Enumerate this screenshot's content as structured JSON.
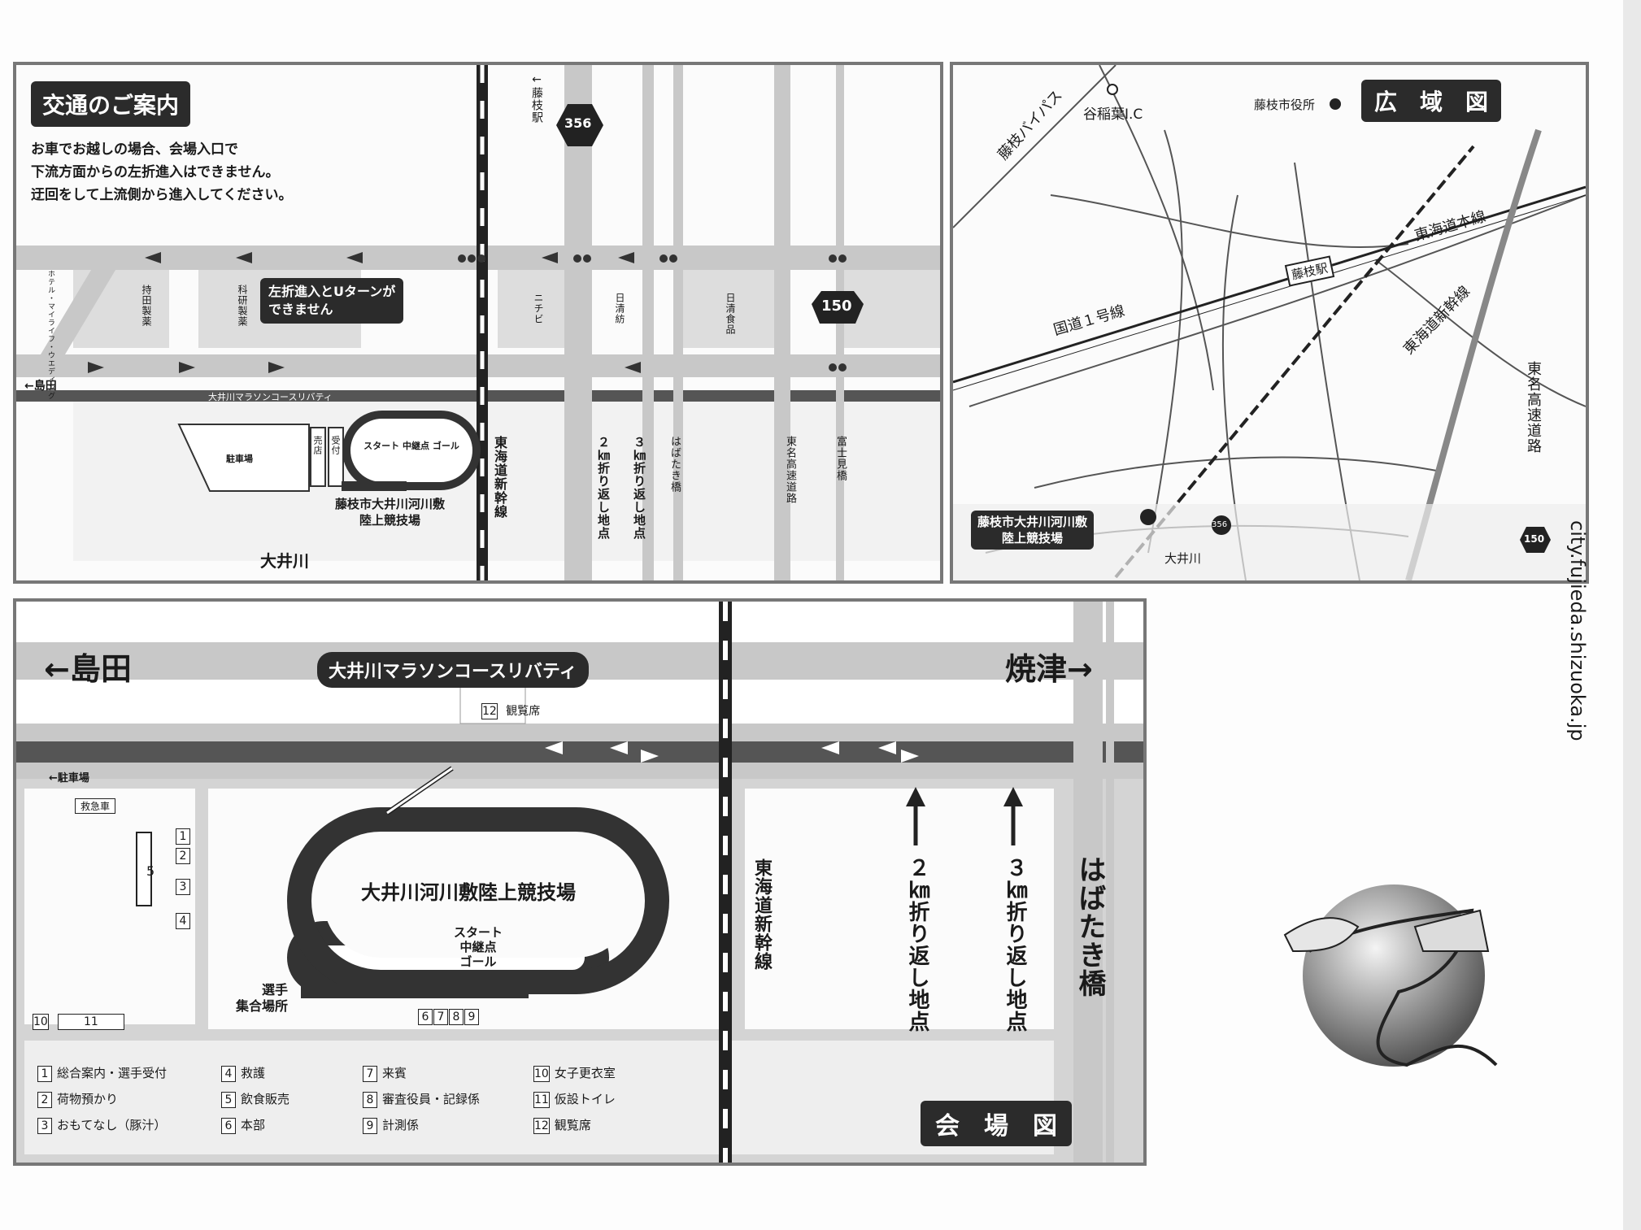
{
  "access": {
    "title": "交通のご案内",
    "notice": [
      "お車でお越しの場合、会場入口で",
      "下流方面からの左折進入はできません。",
      "迂回をして上流側から進入してください。"
    ],
    "no_turn": [
      "左折進入とUターンが",
      "できません"
    ],
    "roads": {
      "r356": "356",
      "r150": "150"
    },
    "to_fujieda_station": "←藤枝駅",
    "to_shimada": "←島田",
    "course": "大井川マラソンコースリバティ",
    "parking": "駐車場",
    "stall": "売店",
    "reception": "受付",
    "track_center": "スタート 中継点 ゴール",
    "stadium": [
      "藤枝市大井川河川敷",
      "陸上競技場"
    ],
    "river": "大井川",
    "shinkansen": "東海道新幹線",
    "turn2": "２㎞折り返し地点",
    "turn3": "３㎞折り返し地点",
    "store1": "ホテル・マイライフ・ウエディング",
    "store2": "持田製薬",
    "store3": "科研製薬",
    "store4": "ニチビ",
    "store5": "日清紡",
    "store6": "日清食品",
    "road_a": "はばたき橋",
    "road_b": "東名高速道路",
    "road_c": "富士見橋"
  },
  "wide": {
    "title": "広　域　図",
    "bypass": "藤枝バイパス",
    "ic": "谷稲葉I.C",
    "cityhall": "藤枝市役所",
    "station": "藤枝駅",
    "tokaido": "東海道本線",
    "shinkansen": "東海道新幹線",
    "route1": "国道１号線",
    "tomei": "東名高速道路",
    "stadium": [
      "藤枝市大井川河川敷",
      "陸上競技場"
    ],
    "river": "大井川",
    "r356": "356",
    "r150": "150"
  },
  "venue": {
    "title": "会　場　図",
    "shimada": "←島田",
    "yaizu": "焼津→",
    "course": "大井川マラソンコースリバティ",
    "stand_num": "12",
    "stand": "観覧席",
    "parking": "←駐車場",
    "ambulance": "救急車",
    "n5": "5",
    "n1": "1",
    "n2": "2",
    "n3": "3",
    "n4": "4",
    "n10": "10",
    "n11": "11",
    "stadium": "大井川河川敷陸上競技場",
    "track_center": [
      "スタート",
      "中継点",
      "ゴール"
    ],
    "assembly": [
      "選手",
      "集合場所"
    ],
    "bottom_nums": [
      "6",
      "7",
      "8",
      "9"
    ],
    "shinkansen": "東海道新幹線",
    "turn2": "２㎞折り返し地点",
    "turn3": "３㎞折り返し地点",
    "bridge": "はばたき橋",
    "legend": [
      {
        "n": "1",
        "t": "総合案内・選手受付"
      },
      {
        "n": "2",
        "t": "荷物預かり"
      },
      {
        "n": "3",
        "t": "おもてなし（豚汁）"
      },
      {
        "n": "4",
        "t": "救護"
      },
      {
        "n": "5",
        "t": "飲食販売"
      },
      {
        "n": "6",
        "t": "本部"
      },
      {
        "n": "7",
        "t": "来賓"
      },
      {
        "n": "8",
        "t": "審査役員・記録係"
      },
      {
        "n": "9",
        "t": "計測係"
      },
      {
        "n": "10",
        "t": "女子更衣室"
      },
      {
        "n": "11",
        "t": "仮設トイレ"
      },
      {
        "n": "12",
        "t": "観覧席"
      }
    ]
  },
  "side_url": "city.fujieda.shizuoka.jp"
}
